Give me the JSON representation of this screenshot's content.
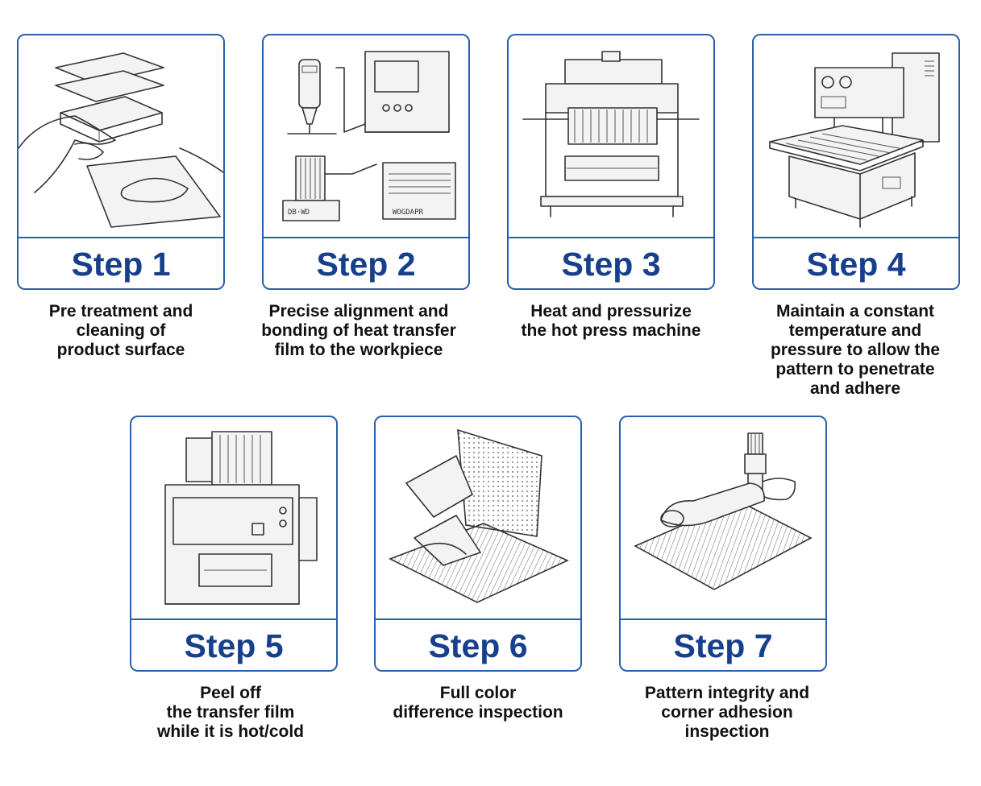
{
  "steps": [
    {
      "label": "Step 1",
      "icon": "hands-cleaning-sheet-icon",
      "description": "Pre treatment and\ncleaning of\nproduct surface"
    },
    {
      "label": "Step 2",
      "icon": "alignment-bonding-machine-icon",
      "description": "Precise alignment and\nbonding of heat transfer\nfilm to the workpiece"
    },
    {
      "label": "Step 3",
      "icon": "hot-press-machine-icon",
      "description": "Heat and pressurize\nthe hot press machine"
    },
    {
      "label": "Step 4",
      "icon": "press-machine-with-bed-icon",
      "description": "Maintain a constant\ntemperature and\npressure to allow the\npattern to penetrate\nand adhere"
    },
    {
      "label": "Step 5",
      "icon": "peel-off-machine-icon",
      "description": "Peel off\nthe transfer film\nwhile it is hot/cold"
    },
    {
      "label": "Step 6",
      "icon": "color-inspection-sheets-icon",
      "description": "Full color\ndifference inspection"
    },
    {
      "label": "Step 7",
      "icon": "adhesion-inspection-roller-icon",
      "description": "Pattern integrity and\ncorner adhesion\ninspection"
    }
  ],
  "colors": {
    "accent": "#173f8c",
    "border": "#2a5fa8",
    "text": "#111111"
  }
}
